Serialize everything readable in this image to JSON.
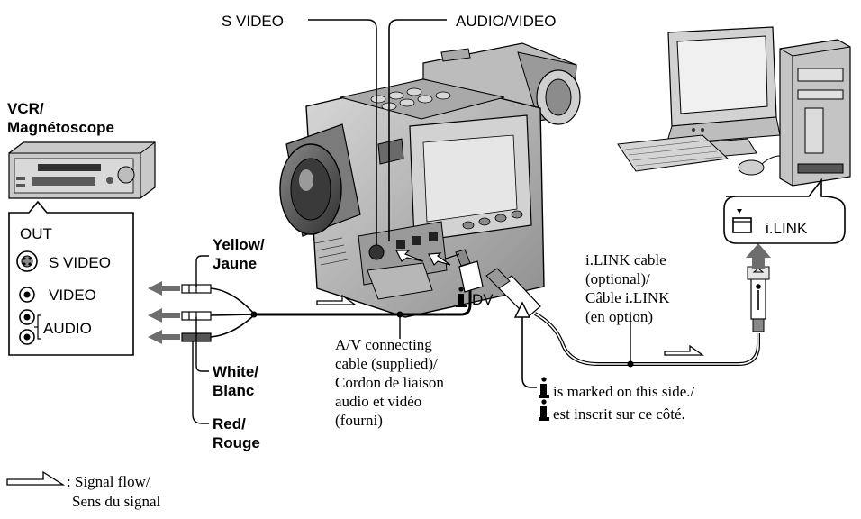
{
  "labels": {
    "s_video_top": "S VIDEO",
    "audio_video_top": "AUDIO/VIDEO",
    "vcr_line1": "VCR/",
    "vcr_line2": "Magnétoscope",
    "out_title": "OUT",
    "out_s_video": "S VIDEO",
    "out_video": "VIDEO",
    "out_audio": "AUDIO",
    "yellow_line1": "Yellow/",
    "yellow_line2": "Jaune",
    "white_line1": "White/",
    "white_line2": "Blanc",
    "red_line1": "Red/",
    "red_line2": "Rouge",
    "dv": "DV",
    "ilink_port": "i.LINK",
    "av_cable": [
      "A/V connecting",
      "cable (supplied)/",
      "Cordon de liaison",
      "audio et vidéo",
      "(fourni)"
    ],
    "ilink_cable": [
      "i.LINK cable",
      "(optional)/",
      "Câble i.LINK",
      "(en option)"
    ],
    "marked_note": [
      "is marked on this side./",
      "est inscrit sur ce côté."
    ],
    "legend": [
      "Signal flow/",
      "Sens du signal"
    ]
  },
  "icons": {
    "ilink_symbol": "ilink-symbol-icon",
    "signal_arrow": "signal-flow-arrow-icon",
    "jack": "rca-jack-icon",
    "s_video_jack": "s-video-jack-icon"
  },
  "colors": {
    "line": "#000000",
    "device_gray": "#bdbdbd",
    "device_dark": "#4a4a4a",
    "device_light": "#e2e2e2",
    "arrow_fill": "#6d6d6d"
  }
}
